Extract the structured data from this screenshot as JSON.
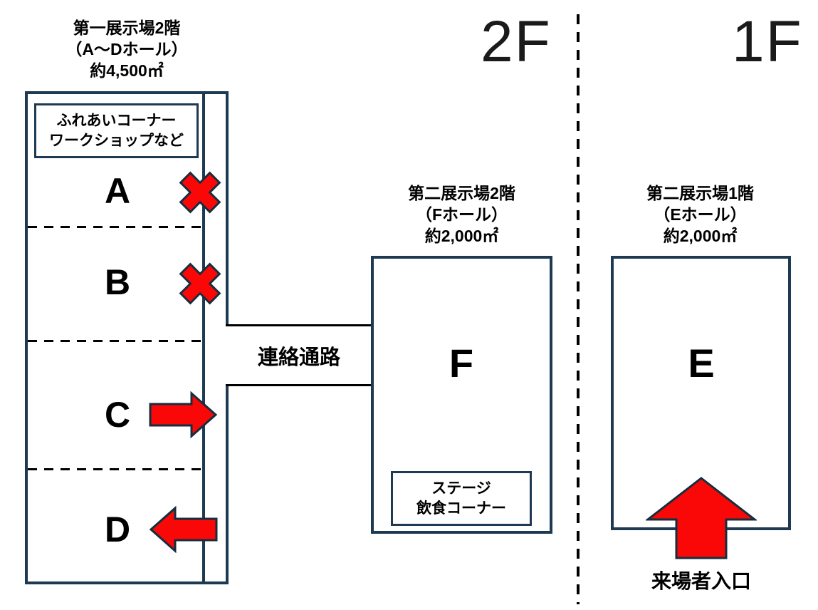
{
  "colors": {
    "wall": "#1d3a52",
    "red": "#fa0808",
    "outline": "#142e3e"
  },
  "floor_2f": {
    "label": "2F"
  },
  "floor_1f": {
    "label": "1F"
  },
  "hall_ad": {
    "title": {
      "line1": "第一展示場2階",
      "line2": "（A～Dホール）",
      "line3": "約4,500㎡"
    },
    "corner_box": {
      "line1": "ふれあいコーナー",
      "line2": "ワークショップなど"
    },
    "sections": [
      {
        "label": "A",
        "marker": "closed-x"
      },
      {
        "label": "B",
        "marker": "closed-x"
      },
      {
        "label": "C",
        "marker": "arrow-right"
      },
      {
        "label": "D",
        "marker": "arrow-left"
      }
    ]
  },
  "passage": {
    "label": "連絡通路"
  },
  "hall_f": {
    "title": {
      "line1": "第二展示場2階",
      "line2": "（Fホール）",
      "line3": "約2,000㎡"
    },
    "letter": "F",
    "inner_box": {
      "line1": "ステージ",
      "line2": "飲食コーナー"
    }
  },
  "hall_e": {
    "title": {
      "line1": "第二展示場1階",
      "line2": "（Eホール）",
      "line3": "約2,000㎡"
    },
    "letter": "E",
    "entrance": {
      "label": "来場者入口"
    }
  }
}
